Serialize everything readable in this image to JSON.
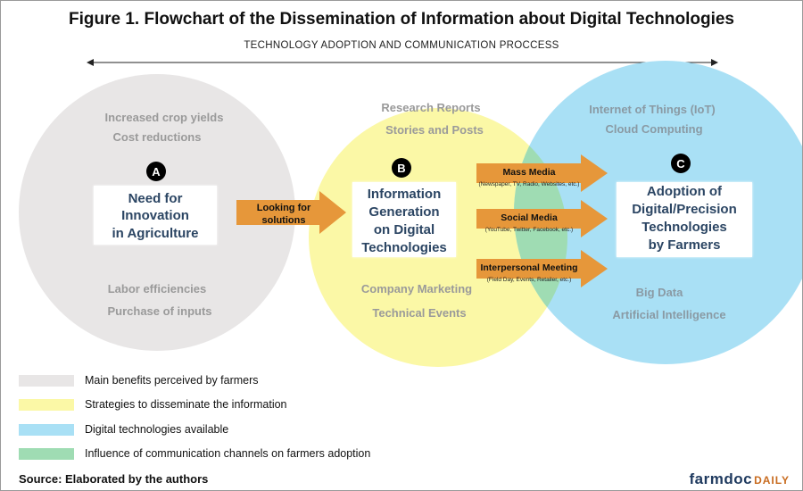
{
  "title": "Figure 1. Flowchart of the Dissemination of Information about Digital Technologies",
  "subtitle": "TECHNOLOGY ADOPTION AND COMMUNICATION PROCCESS",
  "circles": {
    "a": {
      "badge": "A",
      "color": "#e8e6e6",
      "box_lines": [
        "Need for",
        "Innovation",
        "in Agriculture"
      ],
      "top_items": [
        "Increased crop yields",
        "Cost reductions"
      ],
      "bottom_items": [
        "Labor efficiencies",
        "Purchase of inputs"
      ]
    },
    "b": {
      "badge": "B",
      "color": "#fbf8a6",
      "box_lines": [
        "Information",
        "Generation",
        "on Digital",
        "Technologies"
      ],
      "top_items": [
        "Research Reports",
        "Stories and Posts"
      ],
      "bottom_items": [
        "Company Marketing",
        "Technical Events"
      ]
    },
    "c": {
      "badge": "C",
      "color": "#a9e0f5",
      "overlap_color": "#9fdcb3",
      "box_lines": [
        "Adoption of",
        "Digital/Precision",
        "Technologies",
        "by Farmers"
      ],
      "top_items": [
        "Internet of Things (IoT)",
        "Cloud Computing"
      ],
      "bottom_items": [
        "Big Data",
        "Artificial Intelligence"
      ]
    }
  },
  "arrows": {
    "color": "#e6973a",
    "main": [
      "Looking for",
      "solutions"
    ],
    "channels": [
      {
        "label": "Mass Media",
        "sub": "(Newspaper, TV, Radio, Websites, etc.)"
      },
      {
        "label": "Social Media",
        "sub": "(YouTube, Twitter, Facebook, etc.)"
      },
      {
        "label": "Interpersonal Meeting",
        "sub": "(Field Day, Events, Retailer, etc.)"
      }
    ]
  },
  "legend": [
    {
      "label": "Main benefits perceived by farmers",
      "color": "#e8e6e6"
    },
    {
      "label": "Strategies to disseminate the information",
      "color": "#fbf8a6"
    },
    {
      "label": "Digital technologies available",
      "color": "#a9e0f5"
    },
    {
      "label": "Influence of communication channels on farmers adoption",
      "color": "#9fdcb3"
    }
  ],
  "source": "Source: Elaborated by the authors",
  "brand": {
    "name": "farmdoc",
    "suffix": "DAILY"
  }
}
